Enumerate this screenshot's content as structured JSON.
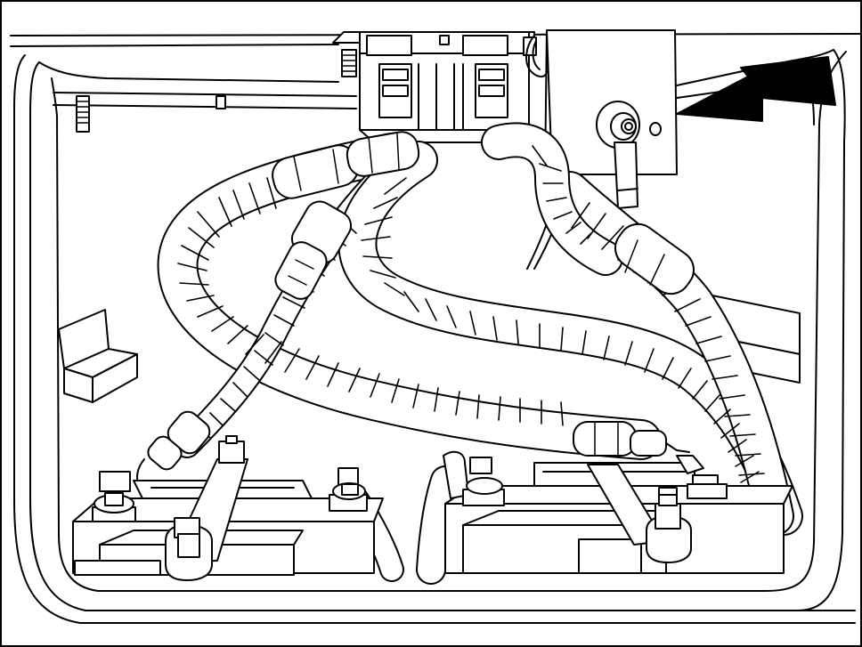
{
  "figure": {
    "style": "black-and-white technical line drawing",
    "stroke_color": "#000000",
    "background_color": "#ffffff",
    "arrow_icon": "arrow-pointing-left",
    "components": [
      "compartment-frame",
      "fuse-relay-block",
      "terminal-junction-box",
      "wiring-harness-hoses",
      "battery-left",
      "battery-right",
      "battery-hold-down-brackets",
      "terminal-posts"
    ]
  }
}
